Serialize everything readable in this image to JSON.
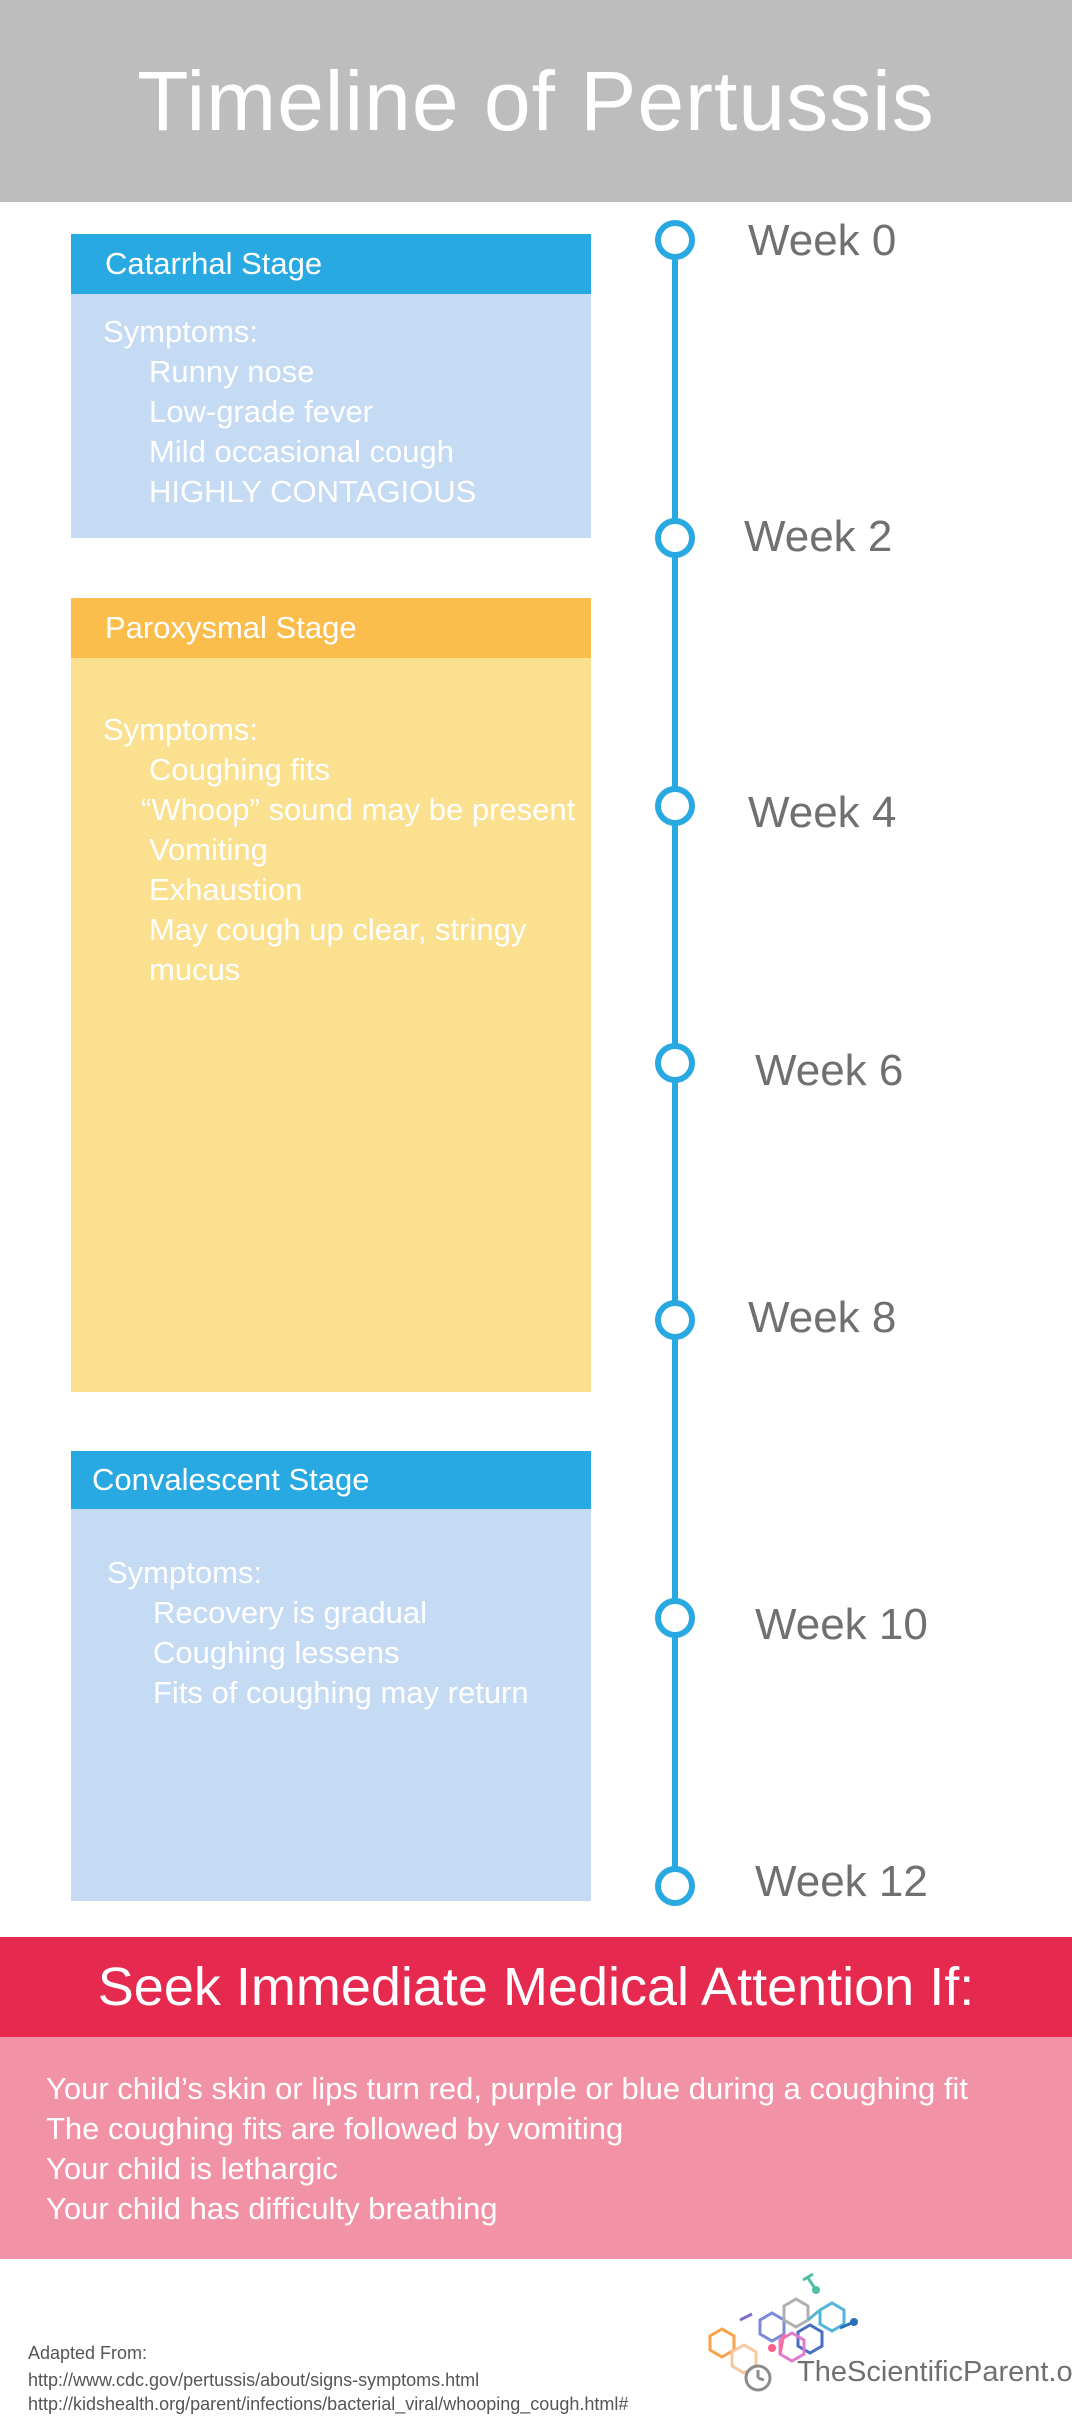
{
  "header": {
    "title": "Timeline of Pertussis"
  },
  "stages": [
    {
      "name": "Catarrhal Stage",
      "symptoms_label": "Symptoms:",
      "symptoms": [
        "Runny nose",
        "Low-grade fever",
        "Mild occasional cough",
        "HIGHLY CONTAGIOUS"
      ]
    },
    {
      "name": "Paroxysmal Stage",
      "symptoms_label": "Symptoms:",
      "symptoms": [
        "Coughing fits",
        "“Whoop” sound may be present",
        "Vomiting",
        "Exhaustion",
        "May cough up clear, stringy",
        "mucus"
      ]
    },
    {
      "name": "Convalescent Stage",
      "symptoms_label": "Symptoms:",
      "symptoms": [
        "Recovery is gradual",
        "Coughing lessens",
        "Fits of coughing may return"
      ]
    }
  ],
  "timeline": {
    "weeks": [
      "Week 0",
      "Week 2",
      "Week 4",
      "Week 6",
      "Week 8",
      "Week 10",
      "Week 12"
    ]
  },
  "alert": {
    "title": "Seek Immediate Medical Attention If:",
    "items": [
      "Your child’s skin or lips turn red, purple or blue during a coughing fit",
      "The coughing fits are followed by vomiting",
      "Your child is lethargic",
      "Your child has difficulty breathing"
    ]
  },
  "footer": {
    "adapted_label": "Adapted From:",
    "sources": [
      "http://www.cdc.gov/pertussis/about/signs-symptoms.html",
      "http://kidshealth.org/parent/infections/bacterial_viral/whooping_cough.html#"
    ],
    "brand": "TheScientificParent.org"
  },
  "colors": {
    "header_bg": "#bdbdbd",
    "accent_blue": "#29a9e1",
    "light_blue": "#c5dbf3",
    "orange": "#fbbd4c",
    "light_orange": "#fbe08f",
    "alert_red": "#e5294f",
    "alert_pink": "#f292a7",
    "week_text": "#707070"
  }
}
